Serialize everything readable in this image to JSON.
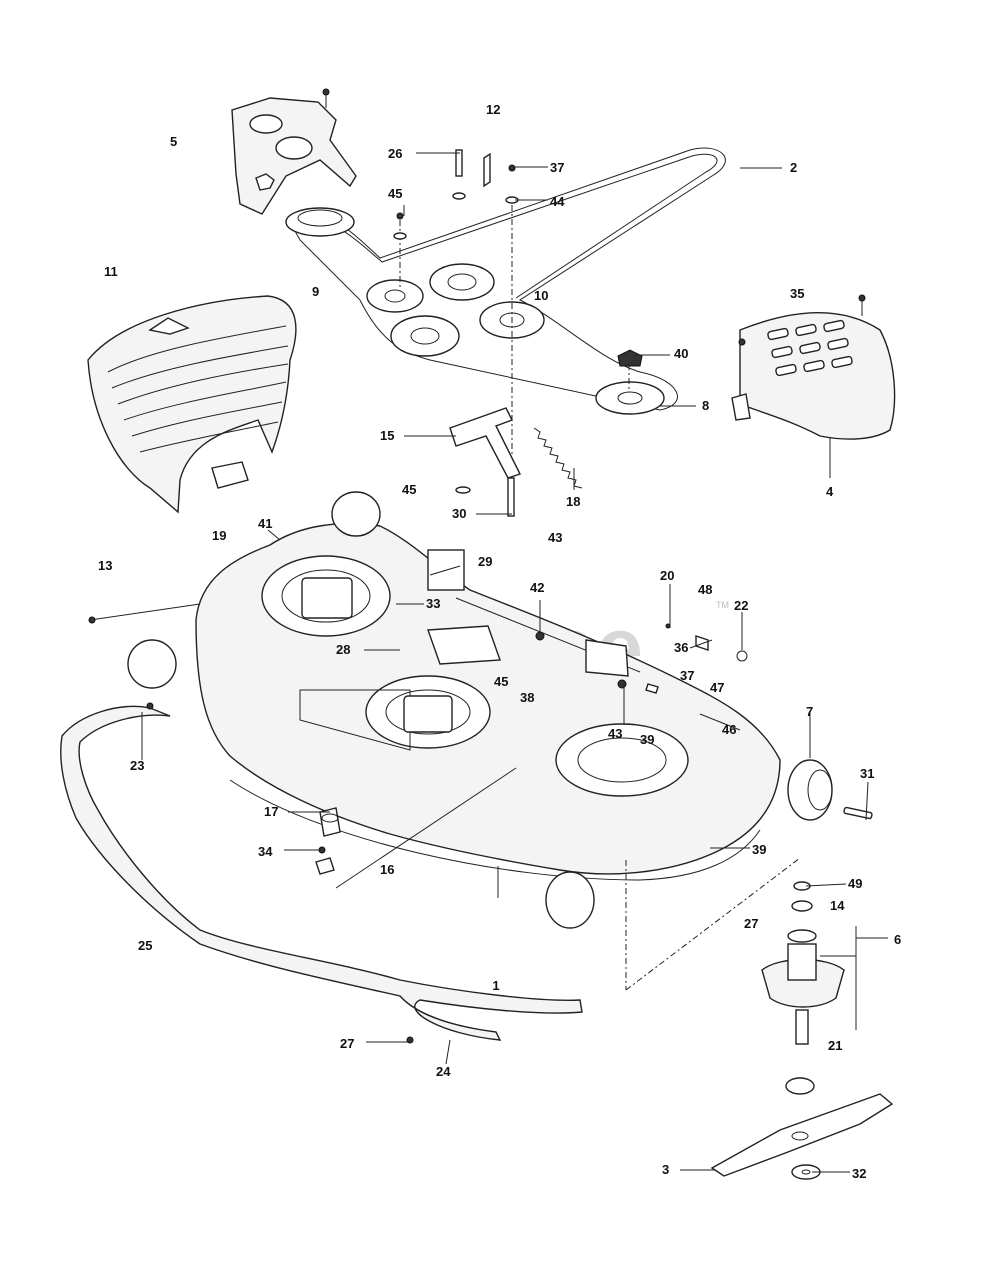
{
  "watermark": "PartsTree",
  "trademark": "TM",
  "callouts": {
    "c1": "1",
    "c2": "2",
    "c3": "3",
    "c4": "4",
    "c5": "5",
    "c6": "6",
    "c7": "7",
    "c8": "8",
    "c9": "9",
    "c10": "10",
    "c11": "11",
    "c12": "12",
    "c13": "13",
    "c14": "14",
    "c15": "15",
    "c16": "16",
    "c17": "17",
    "c18": "18",
    "c19": "19",
    "c20": "20",
    "c21": "21",
    "c22": "22",
    "c23": "23",
    "c24": "24",
    "c25": "25",
    "c26": "26",
    "c27a": "27",
    "c27b": "27",
    "c28": "28",
    "c29": "29",
    "c30": "30",
    "c31": "31",
    "c32": "32",
    "c33": "33",
    "c34": "34",
    "c35": "35",
    "c36": "36",
    "c37a": "37",
    "c37b": "37",
    "c38": "38",
    "c39a": "39",
    "c39b": "39",
    "c40": "40",
    "c41": "41",
    "c42": "42",
    "c43a": "43",
    "c43b": "43",
    "c44": "44",
    "c45a": "45",
    "c45b": "45",
    "c45c": "45",
    "c46": "46",
    "c47": "47",
    "c48": "48",
    "c49": "49"
  }
}
